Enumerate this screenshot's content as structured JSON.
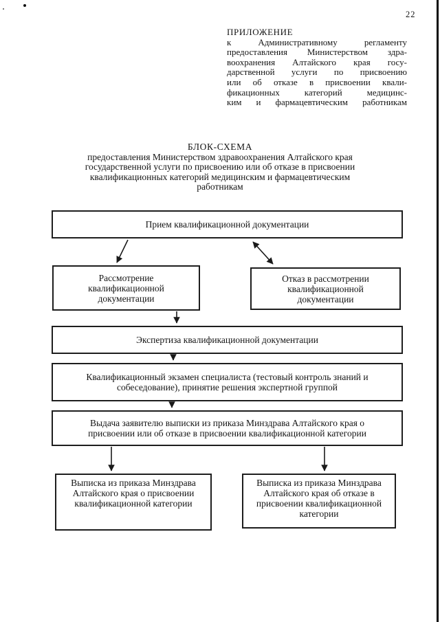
{
  "page": {
    "number": "22"
  },
  "header": {
    "title": "ПРИЛОЖЕНИЕ",
    "lines": [
      "к Административному регламенту",
      "предоставления Министерством здра-",
      "воохранения Алтайского края госу-",
      "дарственной услуги по присвоению",
      "или об отказе в присвоении квали-",
      "фикационных категорий медицинс-",
      "ким и фармацевтическим работникам"
    ]
  },
  "title_block": {
    "title": "БЛОК-СХЕМА",
    "lines": [
      "предоставления Министерством здравоохранения Алтайского края",
      "государственной услуги по присвоению или об отказе в присвоении",
      "квалификационных категорий медицинским и фармацевтическим",
      "работникам"
    ]
  },
  "flowchart": {
    "boxes": [
      {
        "id": "reception",
        "lines": [
          "Прием квалификационной документации"
        ]
      },
      {
        "id": "review",
        "lines": [
          "Рассмотрение",
          "квалификационной",
          "документации"
        ]
      },
      {
        "id": "refusal-of-review",
        "lines": [
          "Отказ в рассмотрении",
          "квалификационной",
          "документации"
        ]
      },
      {
        "id": "expertise",
        "lines": [
          "Экспертиза квалификационной документации"
        ]
      },
      {
        "id": "exam",
        "lines": [
          "Квалификационный экзамен специалиста (тестовый контроль знаний и",
          "собеседование), принятие решения экспертной группой"
        ]
      },
      {
        "id": "issuance",
        "lines": [
          "Выдача заявителю выписки из приказа Минздрава Алтайского края о",
          "присвоении или об отказе в присвоении квалификационной категории"
        ]
      },
      {
        "id": "extract-assignment",
        "lines": [
          "Выписка из приказа Минздрава",
          "Алтайского края о присвоении",
          "квалификационной категории"
        ]
      },
      {
        "id": "extract-refusal",
        "lines": [
          "Выписка из приказа Минздрава",
          "Алтайского края об отказе в",
          "присвоении квалификационной",
          "категории"
        ]
      }
    ]
  }
}
